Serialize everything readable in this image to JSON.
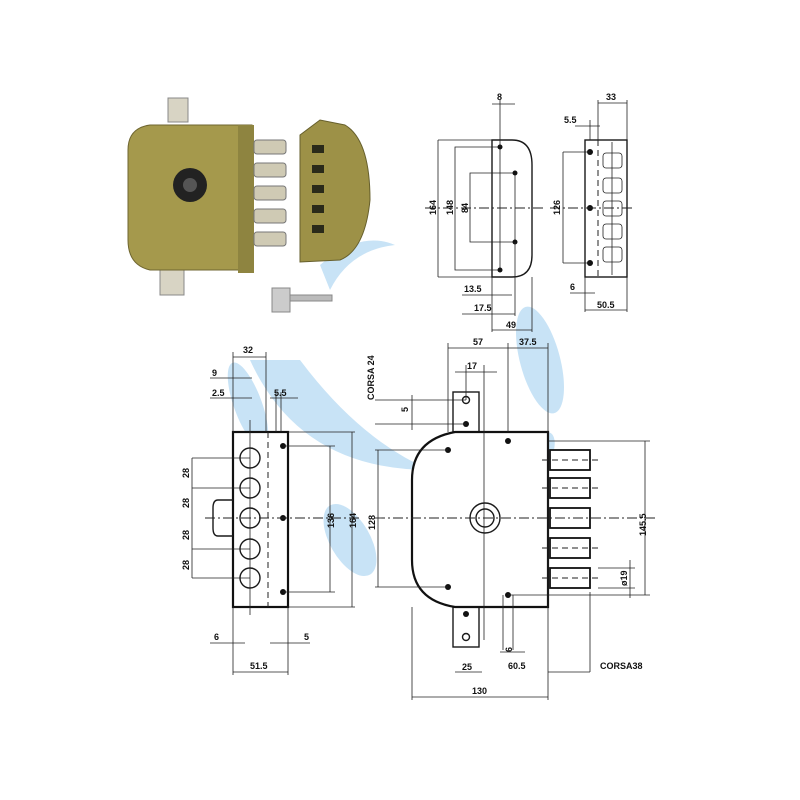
{
  "title": "Multi-bolt rim lock technical drawing",
  "colors": {
    "lock_body": "#a5994c",
    "bolt": "#c9c4ae",
    "watermark": "#b5d9f3",
    "line": "#1a1a1a"
  },
  "front_plate_view": {
    "top_width": "8",
    "height_outer": "164",
    "height_mid": "148",
    "height_inner": "84",
    "offset_1": "13.5",
    "offset_2": "17.5",
    "depth": "49"
  },
  "side_plate_view": {
    "width": "33",
    "offset_top": "5.5",
    "screw_spacing": "126",
    "offset_bottom": "6",
    "total_width": "50.5"
  },
  "edge_view": {
    "width": "32",
    "pin_offset": "9",
    "pin_offset_2": "2.5",
    "screw_offset": "5.5",
    "bolt_spacing": [
      "28",
      "28",
      "28",
      "28"
    ],
    "screw_spacing": "136",
    "total_height": "164",
    "bottom_left": "6",
    "bottom_right": "5",
    "depth": "51.5"
  },
  "main_view": {
    "top_left": "57",
    "top_right": "37.5",
    "bracket": "17",
    "stroke_top": "CORSA 24",
    "bracket_offset": "5",
    "height_inner": "128",
    "bolt_span": "145.5",
    "bolt_diameter": "ø19",
    "screw_offset": "6",
    "backset": "25",
    "bolt_offset": "60.5",
    "stroke_bolts": "CORSA38",
    "width": "130"
  }
}
